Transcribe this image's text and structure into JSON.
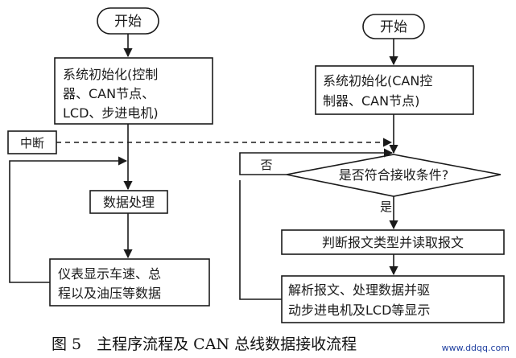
{
  "left": {
    "start": "开始",
    "init": [
      "系统初始化(控制",
      "器、CAN节点、",
      "LCD、步进电机)"
    ],
    "interrupt": "中断",
    "process": "数据处理",
    "display": [
      "仪表显示车速、总",
      "程以及油压等数据"
    ]
  },
  "right": {
    "start": "开始",
    "init": [
      "系统初始化(CAN控",
      "制器、CAN节点)"
    ],
    "decision": "是否符合接收条件?",
    "no": "否",
    "yes": "是",
    "judge": "判断报文类型并读取报文",
    "parse": [
      "解析报文、处理数据并驱",
      "动步进电机及LCD等显示"
    ]
  },
  "caption": "图 5　主程序流程及 CAN 总线数据接收流程",
  "watermark": "www.ddqq.com"
}
